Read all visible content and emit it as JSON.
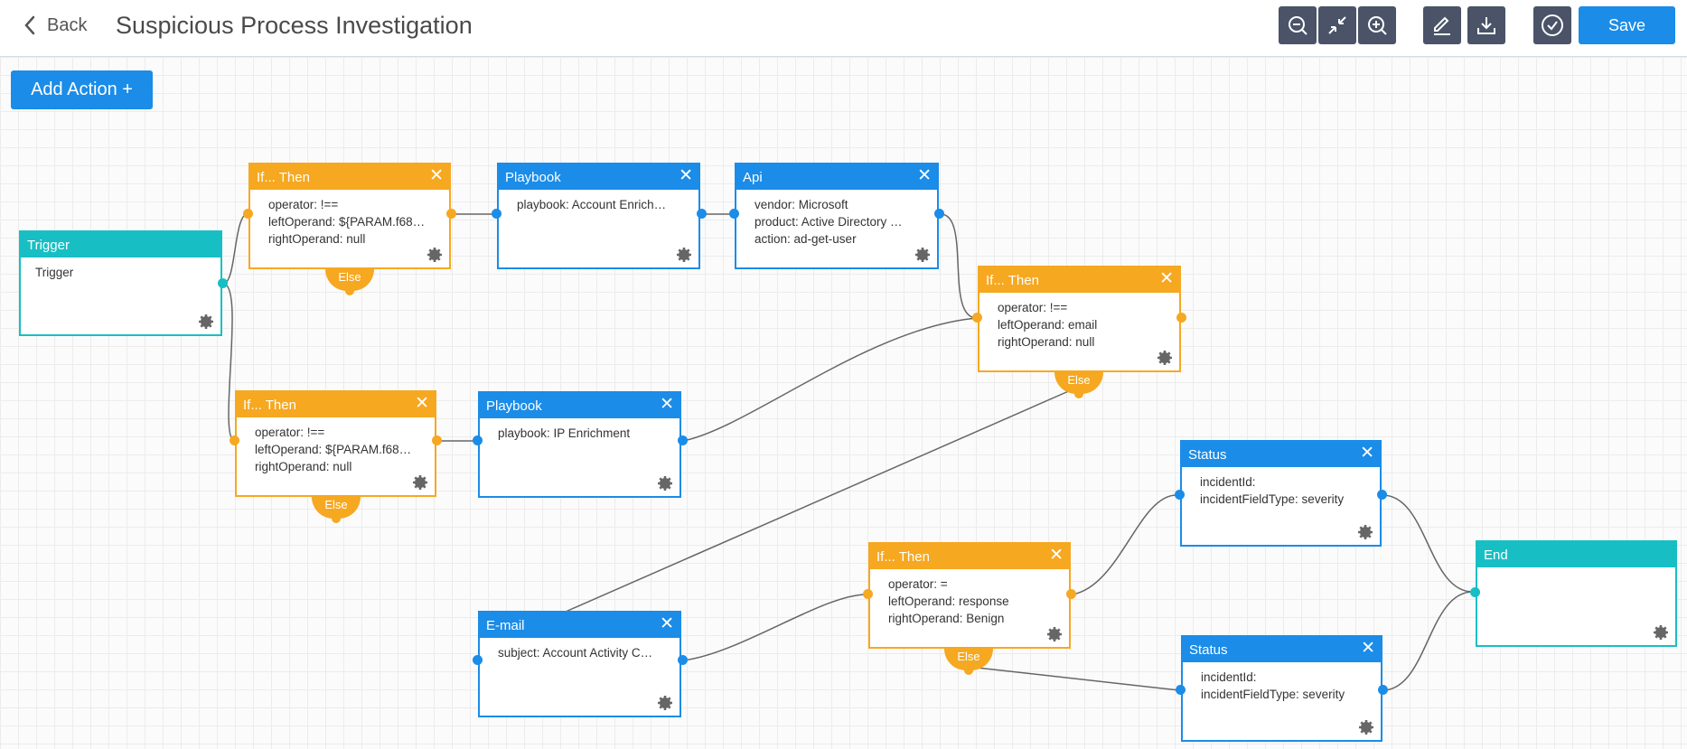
{
  "header": {
    "back_label": "Back",
    "title": "Suspicious Process Investigation",
    "tools": [
      "zoom-out-icon",
      "collapse-icon",
      "zoom-in-icon",
      "edit-icon",
      "download-icon",
      "check-circle-icon"
    ],
    "save_label": "Save"
  },
  "canvas": {
    "add_action_label": "Add Action +"
  },
  "colors": {
    "accent_blue": "#1b8ce8",
    "condition_orange": "#f6a821",
    "terminal_teal": "#17bfc4",
    "toolbar_dark": "#4a5367"
  },
  "nodes": {
    "trigger": {
      "title": "Trigger",
      "lines": [
        "Trigger"
      ]
    },
    "if1": {
      "title": "If... Then",
      "lines": [
        "operator: !==",
        "leftOperand: ${PARAM.f68…",
        "rightOperand: null"
      ],
      "else": "Else"
    },
    "playbook1": {
      "title": "Playbook",
      "lines": [
        "playbook: Account Enrich…"
      ]
    },
    "api": {
      "title": "Api",
      "lines": [
        "vendor: Microsoft",
        "product: Active Directory …",
        "action: ad-get-user"
      ]
    },
    "if2": {
      "title": "If... Then",
      "lines": [
        "operator: !==",
        "leftOperand: email",
        "rightOperand: null"
      ],
      "else": "Else"
    },
    "if3": {
      "title": "If... Then",
      "lines": [
        "operator: !==",
        "leftOperand: ${PARAM.f68…",
        "rightOperand: null"
      ],
      "else": "Else"
    },
    "playbook2": {
      "title": "Playbook",
      "lines": [
        "playbook: IP Enrichment"
      ]
    },
    "status1": {
      "title": "Status",
      "lines": [
        "incidentId:",
        "incidentFieldType: severity"
      ]
    },
    "if4": {
      "title": "If... Then",
      "lines": [
        "operator: =",
        "leftOperand: response",
        "rightOperand: Benign"
      ],
      "else": "Else"
    },
    "end": {
      "title": "End",
      "lines": []
    },
    "email": {
      "title": "E-mail",
      "lines": [
        "subject: Account Activity C…"
      ]
    },
    "status2": {
      "title": "Status",
      "lines": [
        "incidentId:",
        "incidentFieldType: severity"
      ]
    }
  }
}
